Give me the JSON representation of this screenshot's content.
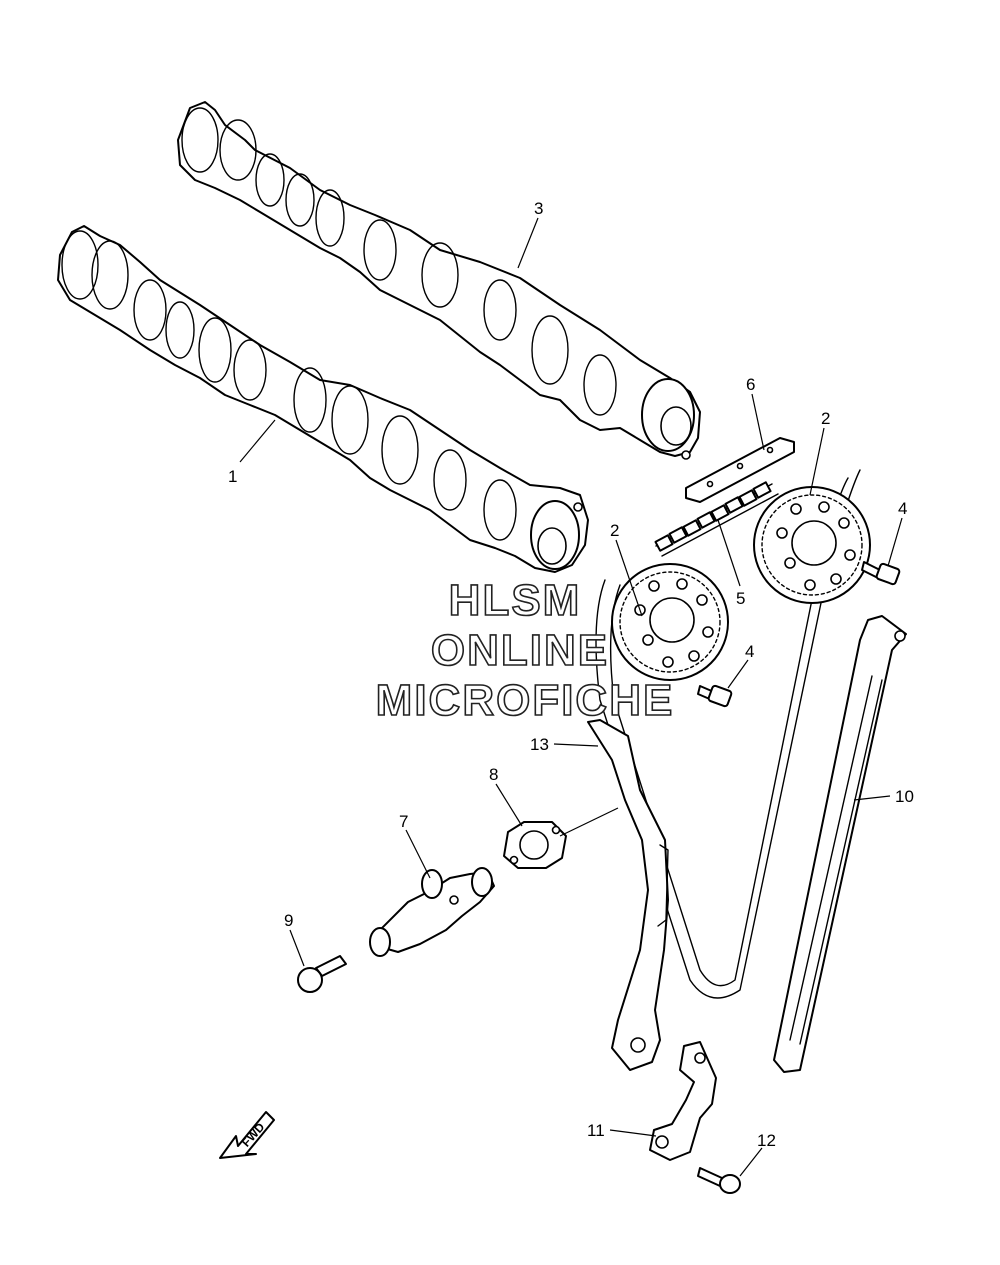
{
  "diagram": {
    "callouts": [
      {
        "id": "c1",
        "text": "1"
      },
      {
        "id": "c2a",
        "text": "2"
      },
      {
        "id": "c2b",
        "text": "2"
      },
      {
        "id": "c3",
        "text": "3"
      },
      {
        "id": "c4a",
        "text": "4"
      },
      {
        "id": "c4b",
        "text": "4"
      },
      {
        "id": "c5",
        "text": "5"
      },
      {
        "id": "c6",
        "text": "6"
      },
      {
        "id": "c7",
        "text": "7"
      },
      {
        "id": "c8",
        "text": "8"
      },
      {
        "id": "c9",
        "text": "9"
      },
      {
        "id": "c10",
        "text": "10"
      },
      {
        "id": "c11",
        "text": "11"
      },
      {
        "id": "c12",
        "text": "12"
      },
      {
        "id": "c13",
        "text": "13"
      }
    ],
    "watermark": [
      "HLSM",
      "ONLINE",
      "MICROFICHE"
    ],
    "fwd_label": "FWD"
  }
}
